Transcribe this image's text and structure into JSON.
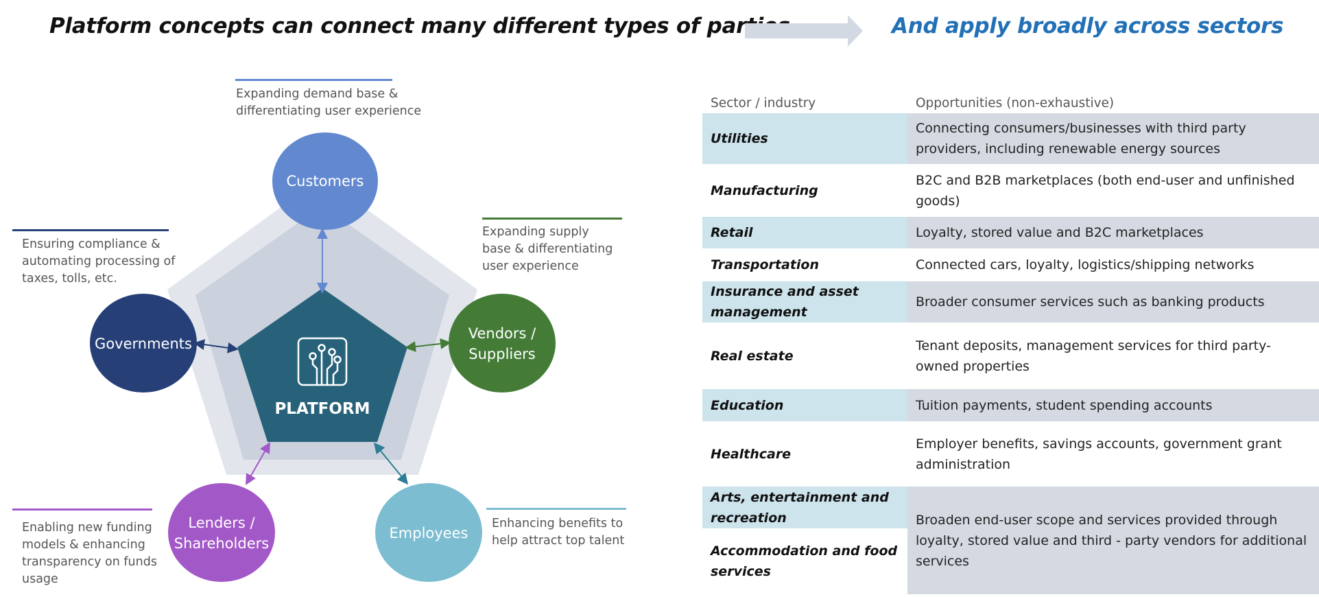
{
  "header": {
    "left_title": "Platform concepts can connect many different types of parties",
    "right_title": "And apply broadly across sectors"
  },
  "diagram": {
    "center": {
      "label": "PLATFORM",
      "icon": "circuit-icon"
    },
    "parties": {
      "customers": "Customers",
      "vendors": "Vendors /\nSuppliers",
      "employees": "Employees",
      "lenders": "Lenders /\nShareholders",
      "governments": "Governments"
    },
    "notes": {
      "customers": "Expanding demand base &\ndifferentiating user experience",
      "vendors": "Expanding supply\nbase & differentiating\nuser experience",
      "employees": "Enhancing benefits to\nhelp attract top talent",
      "lenders": "Enabling new funding\nmodels & enhancing\ntransparency on funds\nusage",
      "governments": "Ensuring compliance &\nautomating processing of\ntaxes, tolls, etc."
    },
    "colors": {
      "customers": "#6289d0",
      "vendors": "#447c37",
      "employees": "#7cbdd2",
      "lenders": "#a358c7",
      "governments": "#263f77",
      "platform": "#28627a",
      "outer_ring": "#e2e6ec",
      "mid_ring": "#cbd2dd"
    }
  },
  "table": {
    "headers": {
      "sector": "Sector / industry",
      "opportunities": "Opportunities (non-exhaustive)"
    },
    "rows": [
      {
        "sector": "Utilities",
        "opportunity": "Connecting consumers/businesses with third party providers, including renewable energy sources"
      },
      {
        "sector": "Manufacturing",
        "opportunity": "B2C and B2B marketplaces (both end-user and unfinished goods)"
      },
      {
        "sector": "Retail",
        "opportunity": "Loyalty, stored value and B2C marketplaces"
      },
      {
        "sector": "Transportation",
        "opportunity": "Connected cars, loyalty, logistics/shipping networks"
      },
      {
        "sector": "Insurance and asset management",
        "opportunity": "Broader consumer services such as banking products"
      },
      {
        "sector": "Real estate",
        "opportunity": "Tenant deposits, management services for third party-owned properties"
      },
      {
        "sector": "Education",
        "opportunity": "Tuition payments, student spending accounts"
      },
      {
        "sector": "Healthcare",
        "opportunity": "Employer benefits, savings accounts, government grant administration"
      }
    ],
    "merged": {
      "sectors": [
        "Arts, entertainment and recreation",
        "Accommodation and food services"
      ],
      "opportunity": "Broaden end-user scope and services provided through loyalty, stored value and third - party vendors for additional services"
    }
  }
}
